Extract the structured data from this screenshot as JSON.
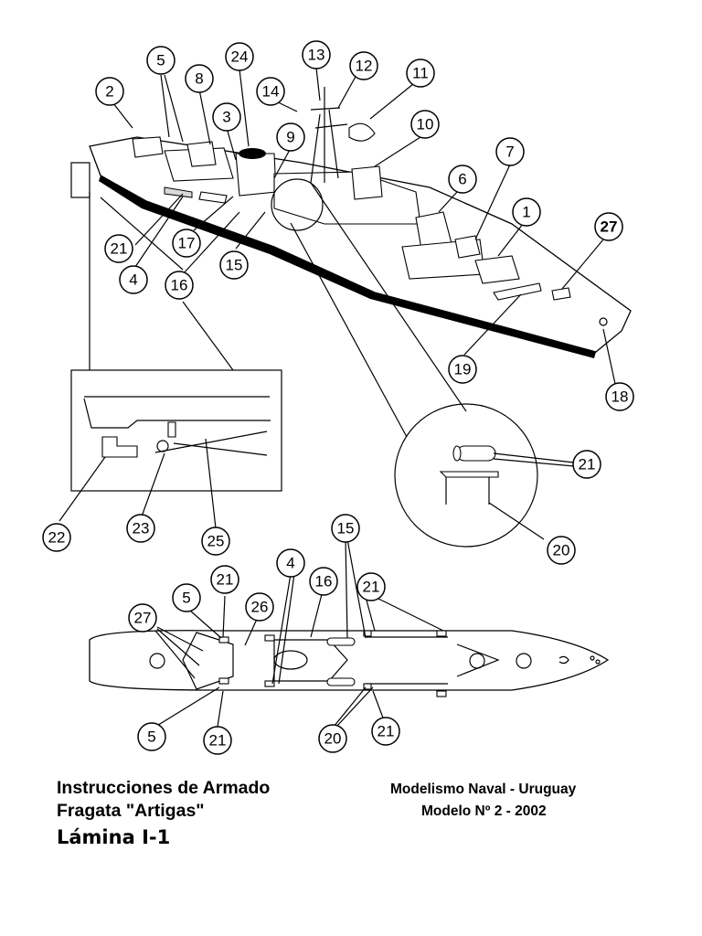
{
  "footer": {
    "title_line1": "Instrucciones de Armado",
    "title_line2": "Fragata \"Artigas\"",
    "sheet_label": "Lámina I-1",
    "publisher": "Modelismo Naval - Uruguay",
    "model_number": "Modelo Nº 2 - 2002"
  },
  "callouts": {
    "side_view": [
      "5",
      "8",
      "24",
      "13",
      "12",
      "11",
      "2",
      "3",
      "14",
      "9",
      "10",
      "7",
      "6",
      "1",
      "27",
      "21",
      "17",
      "4",
      "16",
      "15",
      "19",
      "18"
    ],
    "detail_left": [
      "22",
      "23",
      "25"
    ],
    "detail_circle": [
      "21",
      "20"
    ],
    "top_view": [
      "15",
      "4",
      "16",
      "21",
      "21",
      "5",
      "26",
      "27",
      "5",
      "21",
      "20",
      "21"
    ]
  }
}
